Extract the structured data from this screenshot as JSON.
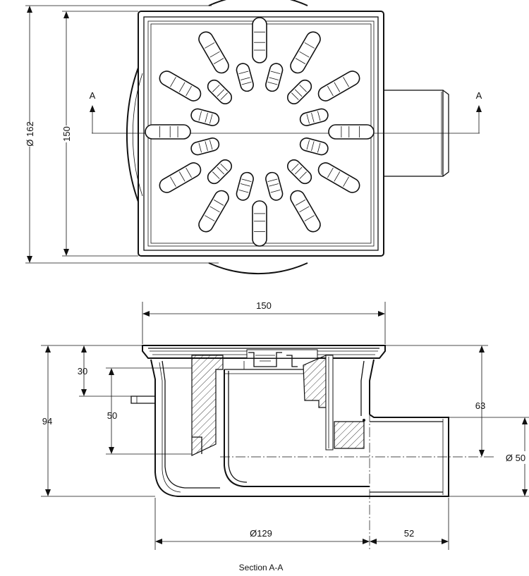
{
  "top_view": {
    "dim_outer_diameter": "Ø 162",
    "dim_side": "150",
    "section_mark_left": "A",
    "section_mark_right": "A"
  },
  "section_view": {
    "dim_top_width": "150",
    "dim_30": "30",
    "dim_50": "50",
    "dim_94": "94",
    "dim_63": "63",
    "dim_outlet_diameter": "Ø 50",
    "dim_body_diameter": "Ø129",
    "dim_52": "52",
    "caption": "Section A-A"
  }
}
